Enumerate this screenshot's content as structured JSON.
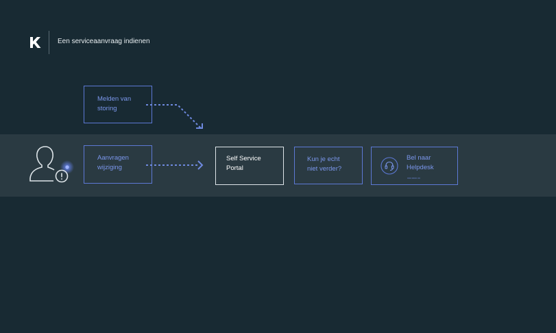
{
  "header": {
    "logo_icon": "k-logo-icon",
    "title": "Een serviceaanvraag indienen"
  },
  "colors": {
    "background": "#182a33",
    "band": "#2a3a42",
    "accent": "#5d79d6",
    "accent_text": "#7b97ec",
    "highlight_border": "#dfe6ea"
  },
  "diagram": {
    "user_icon": "user-alert-icon",
    "nodes": {
      "melden_storing": "Melden van\nstoring",
      "aanvragen_wijziging": "Aanvragen\nwijziging",
      "self_service_portal": "Self Service\nPortal",
      "kun_je_niet_verder": "Kun je echt\nniet verder?",
      "bel_helpdesk": "Bel naar\nHelpdesk",
      "helpdesk_icon": "headset-icon",
      "helpdesk_phone": "000 0000 00"
    }
  }
}
